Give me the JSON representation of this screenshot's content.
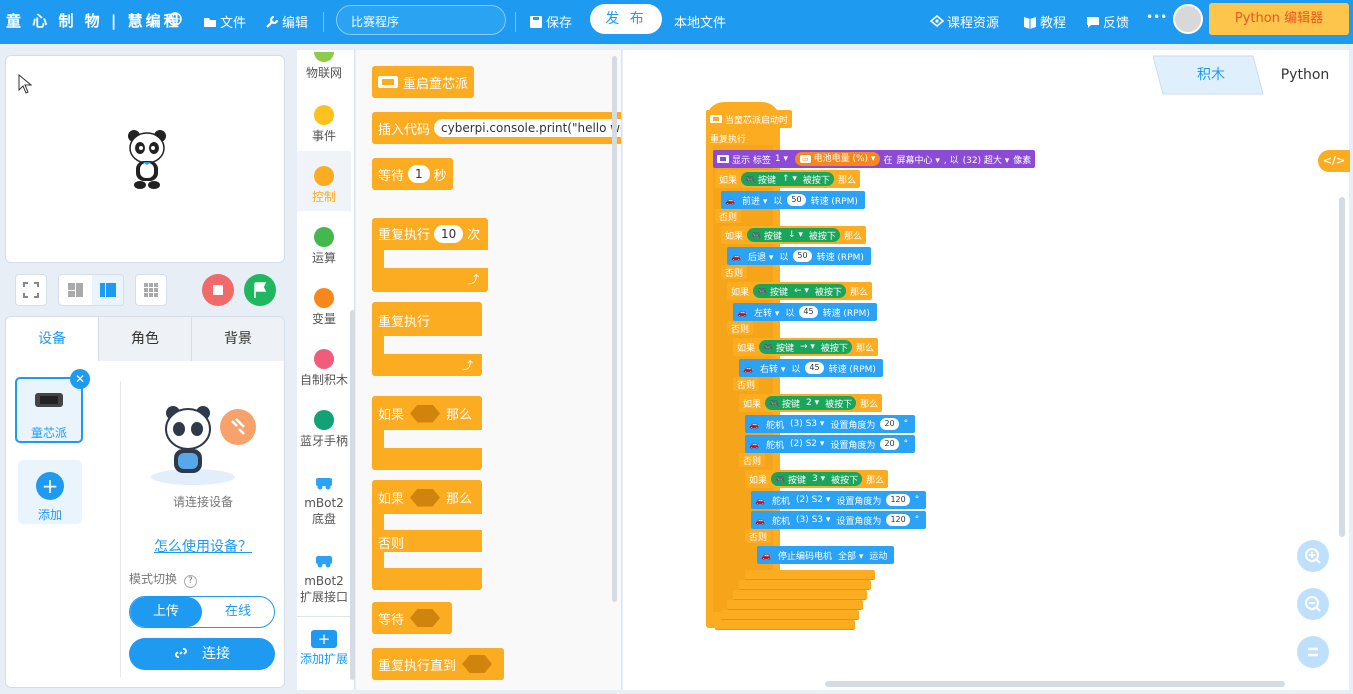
{
  "app": {
    "brand": "童 心 制 物 | 慧编程",
    "menu": {
      "file": "文件",
      "edit": "编辑"
    },
    "project_name": "比赛程序",
    "save": "保存",
    "publish": "发 布",
    "local_file": "本地文件",
    "course": "课程资源",
    "tutorial": "教程",
    "feedback": "反馈",
    "more": "•••",
    "python_editor": "Python 编辑器"
  },
  "device_panel": {
    "tabs": [
      "设备",
      "角色",
      "背景"
    ],
    "device_name": "童芯派",
    "add": "添加",
    "connect_hint": "请连接设备",
    "how_to": "怎么使用设备？",
    "mode_label": "模式切换",
    "mode_upload": "上传",
    "mode_online": "在线",
    "connect": "连接"
  },
  "categories": [
    {
      "label": "物联网",
      "color": "#8fcb4a"
    },
    {
      "label": "事件",
      "color": "#fdc21e"
    },
    {
      "label": "控制",
      "color": "#fbac20"
    },
    {
      "label": "运算",
      "color": "#43b84e"
    },
    {
      "label": "变量",
      "color": "#f7871a"
    },
    {
      "label": "自制积木",
      "color": "#f25c7a"
    },
    {
      "label": "蓝牙手柄",
      "color": "#13a273"
    },
    {
      "label": "mBot2 底盘",
      "color": "#2aa2f6"
    },
    {
      "label": "mBot2 扩展接口",
      "color": "#2aa2f6"
    },
    {
      "label": "添加扩展",
      "color": "#1e9bf0"
    }
  ],
  "palette": {
    "restart": "重启童芯派",
    "insert_code": "插入代码",
    "insert_code_value": "cyberpi.console.print(\"hello wo",
    "wait": "等待",
    "wait_value": "1",
    "seconds": "秒",
    "repeat": "重复执行",
    "repeat_value": "10",
    "times": "次",
    "forever": "重复执行",
    "if": "如果",
    "then": "那么",
    "if2": "如果",
    "then2": "那么",
    "else": "否则",
    "wait_until": "等待",
    "repeat_until": "重复执行直到"
  },
  "workspace": {
    "tab_blocks": "积木",
    "tab_python": "Python",
    "hat": "当童芯派启动时",
    "forever": "重复执行",
    "display": {
      "a": "显示 标签",
      "b": "1 ▾",
      "c": "电池电量 (%) ▾",
      "d": "在",
      "e": "屏幕中心 ▾",
      "f": ", 以",
      "g": "(32) 超大 ▾",
      "h": "像素"
    },
    "lines": [
      {
        "t": "如果",
        "k": "按键",
        "v": "↑ ▾",
        "p": "被按下",
        "n": "那么"
      },
      {
        "t": "forward",
        "a": "前进 ▾",
        "b": "以",
        "c": "50",
        "d": "转速 (RPM)"
      },
      {
        "t": "else",
        "label": "否则"
      },
      {
        "t": "如果",
        "k": "按键",
        "v": "↓ ▾",
        "p": "被按下",
        "n": "那么"
      },
      {
        "t": "forward",
        "a": "后退 ▾",
        "b": "以",
        "c": "50",
        "d": "转速 (RPM)"
      },
      {
        "t": "else",
        "label": "否则"
      },
      {
        "t": "如果",
        "k": "按键",
        "v": "← ▾",
        "p": "被按下",
        "n": "那么"
      },
      {
        "t": "forward",
        "a": "左转 ▾",
        "b": "以",
        "c": "45",
        "d": "转速 (RPM)"
      },
      {
        "t": "else",
        "label": "否则"
      },
      {
        "t": "如果",
        "k": "按键",
        "v": "→ ▾",
        "p": "被按下",
        "n": "那么"
      },
      {
        "t": "forward",
        "a": "右转 ▾",
        "b": "以",
        "c": "45",
        "d": "转速 (RPM)"
      },
      {
        "t": "else",
        "label": "否则"
      },
      {
        "t": "如果",
        "k": "按键",
        "v": "2 ▾",
        "p": "被按下",
        "n": "那么"
      },
      {
        "t": "servo",
        "a": "舵机",
        "b": "(3) S3 ▾",
        "c": "设置角度为",
        "d": "20",
        "e": "°"
      },
      {
        "t": "servo",
        "a": "舵机",
        "b": "(2) S2 ▾",
        "c": "设置角度为",
        "d": "20",
        "e": "°"
      },
      {
        "t": "else",
        "label": "否则"
      },
      {
        "t": "如果",
        "k": "按键",
        "v": "3 ▾",
        "p": "被按下",
        "n": "那么"
      },
      {
        "t": "servo",
        "a": "舵机",
        "b": "(2) S2 ▾",
        "c": "设置角度为",
        "d": "120",
        "e": "°"
      },
      {
        "t": "servo",
        "a": "舵机",
        "b": "(3) S3 ▾",
        "c": "设置角度为",
        "d": "120",
        "e": "°"
      },
      {
        "t": "else",
        "label": "否则"
      },
      {
        "t": "stop",
        "a": "停止编码电机",
        "b": "全部 ▾",
        "c": "运动"
      }
    ]
  },
  "colors": {
    "accent": "#1e9bf0",
    "control": "#fbac20",
    "looks": "#8c4bd6",
    "motion": "#2aa2f6",
    "gamepad": "#1aa55d"
  }
}
